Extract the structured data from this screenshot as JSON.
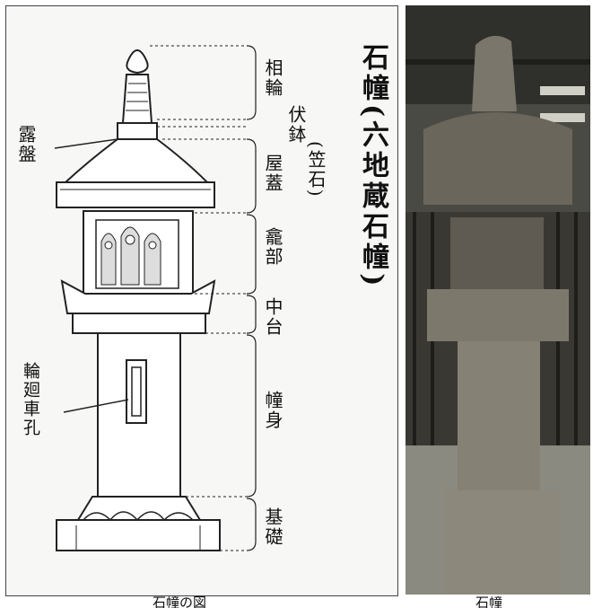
{
  "diagram": {
    "title": "石幢(六地蔵石幢)",
    "labels": {
      "sorin": "相輪",
      "fukubachi": "伏鉢",
      "kasaishi": "(笠石)",
      "roban": "露盤",
      "okugai": "屋蓋",
      "ganbu": "龕部",
      "chudai": "中台",
      "rinne": "輪廻車孔",
      "doshin": "幢身",
      "kiso": "基礎"
    }
  },
  "captions": {
    "left": "石幢の図",
    "right": "石幢"
  },
  "colors": {
    "line": "#222222",
    "paper": "#f7f7f5",
    "stone": "#6e6a5f"
  }
}
